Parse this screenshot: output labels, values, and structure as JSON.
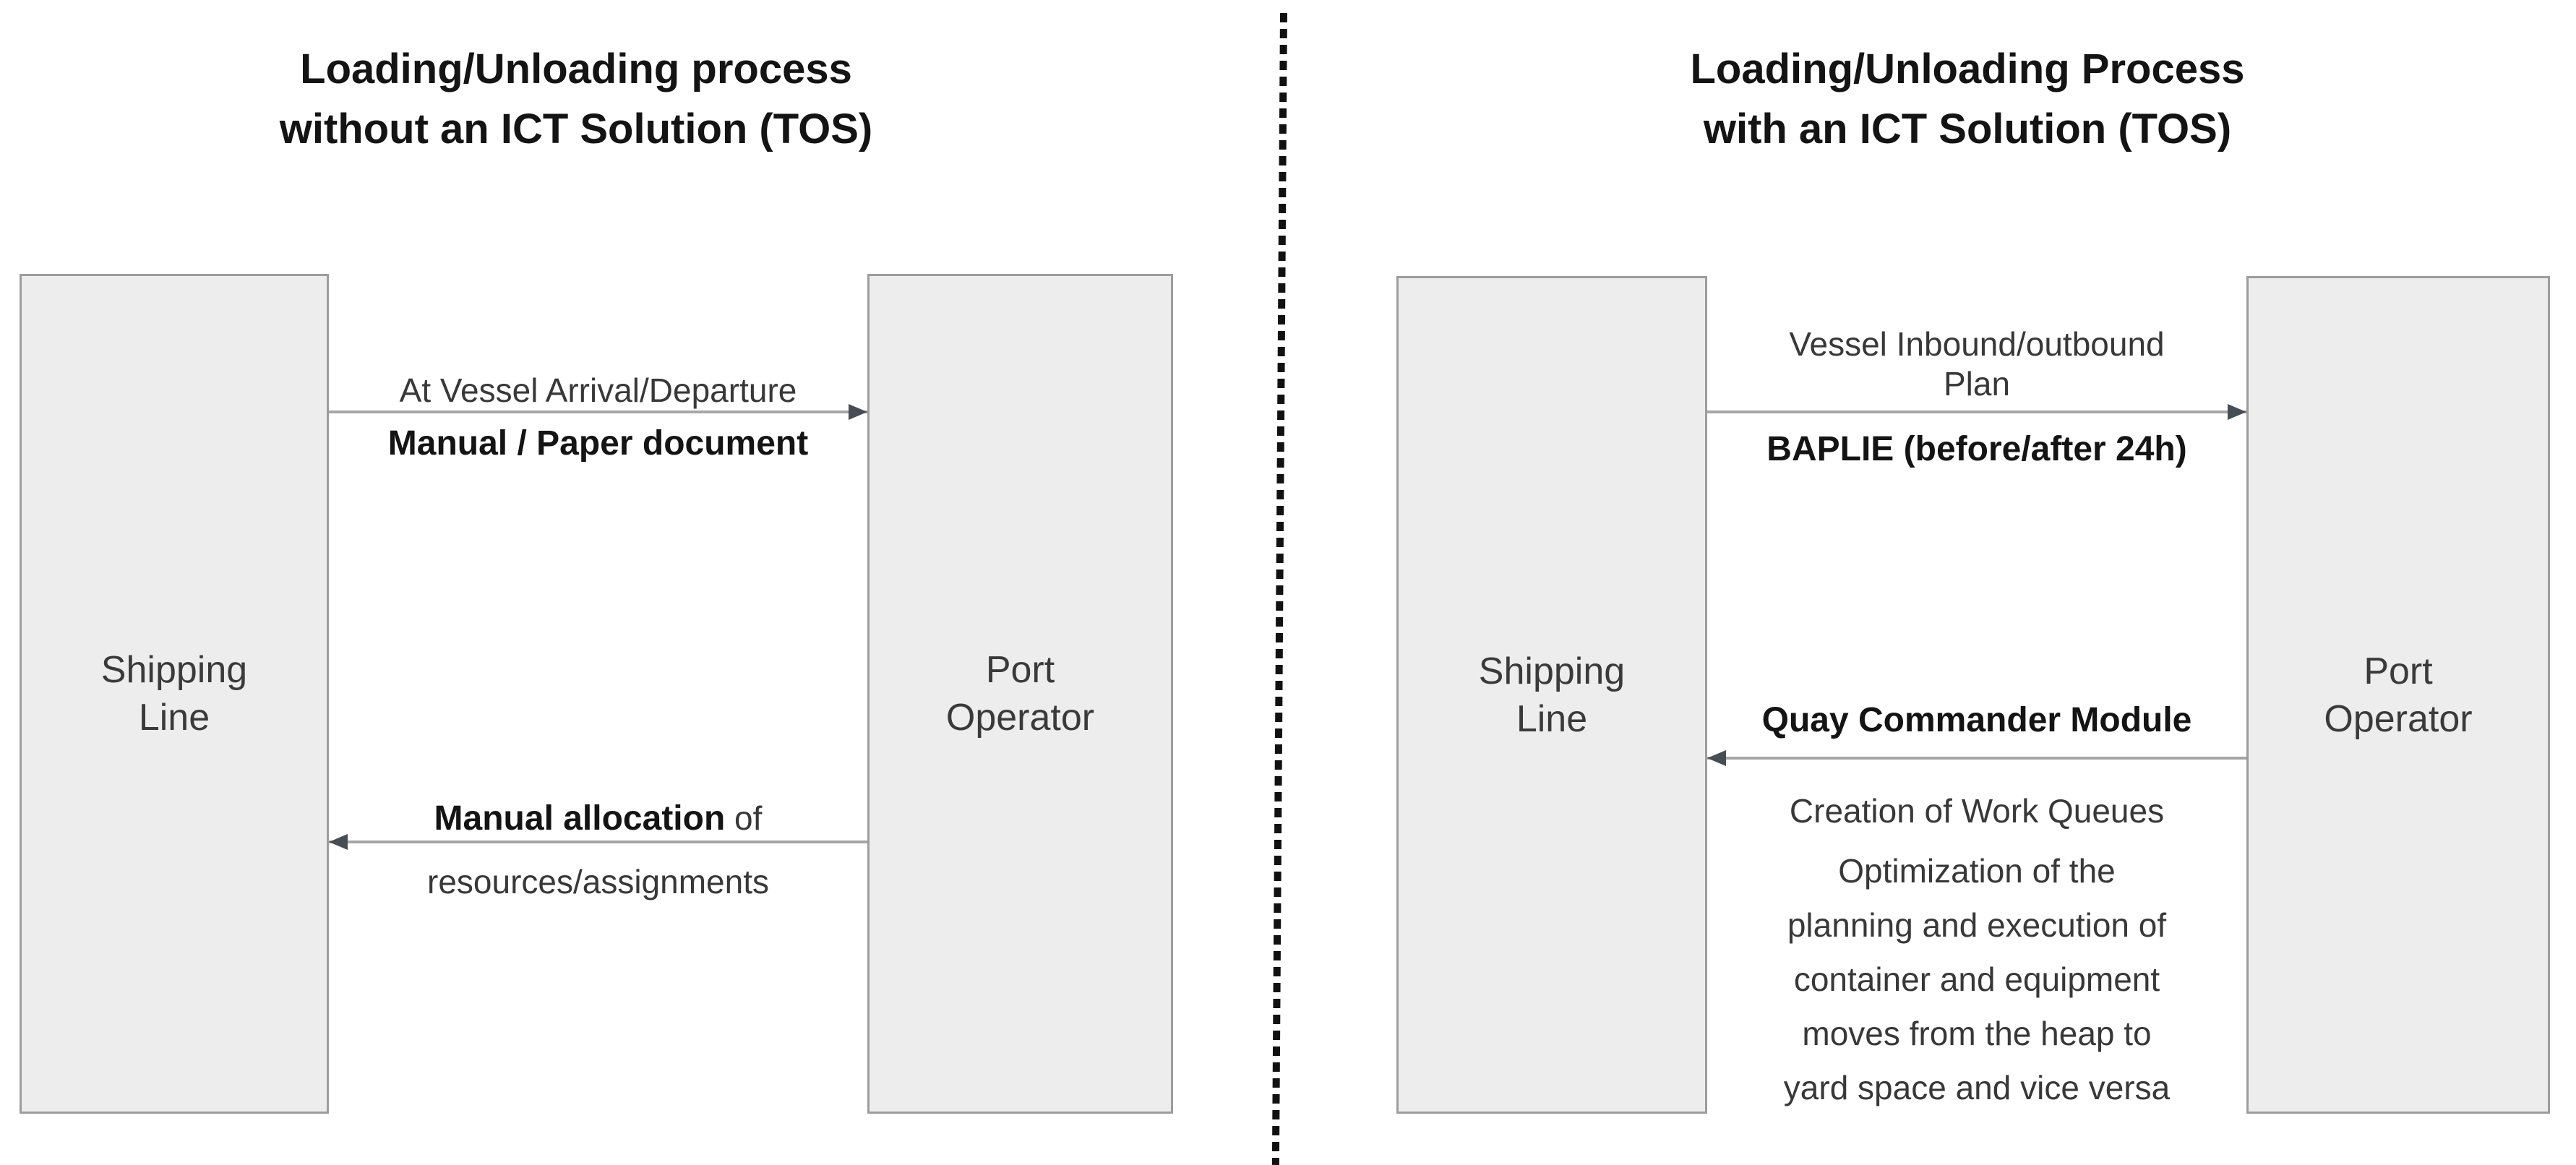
{
  "diagram": {
    "left": {
      "title_lines": [
        "Loading/Unloading process",
        "without an ICT Solution (TOS)"
      ],
      "shipping_box_lines": [
        "Shipping",
        "Line"
      ],
      "port_box_lines": [
        "Port",
        "Operator"
      ],
      "arrow_to_port": {
        "top_label": "At Vessel Arrival/Departure",
        "bottom_label_bold": "Manual / Paper document"
      },
      "arrow_to_shipping": {
        "top_label_bold": "Manual allocation",
        "top_label_regular": " of",
        "bottom_label": "resources/assignments"
      }
    },
    "right": {
      "title_lines": [
        "Loading/Unloading Process",
        "with an ICT Solution (TOS)"
      ],
      "shipping_box_lines": [
        "Shipping",
        "Line"
      ],
      "port_box_lines": [
        "Port",
        "Operator"
      ],
      "arrow_to_port": {
        "top_lines": [
          "Vessel Inbound/outbound",
          "Plan"
        ],
        "bottom_label_bold": "BAPLIE (before/after 24h)"
      },
      "arrow_to_shipping": {
        "top_label_bold": "Quay Commander Module",
        "subtitle": "Creation of Work Queues",
        "paragraph_lines": [
          "Optimization of the",
          "planning and execution of",
          "container and equipment",
          "moves from the heap to",
          "yard space and vice versa"
        ]
      }
    },
    "colors": {
      "box_fill": "#ededed",
      "box_border": "#9d9d9d",
      "arrow_line": "#a6a6a6",
      "arrow_head": "#474d55",
      "divider": "#111111",
      "title_text": "#141414",
      "body_text": "#383838"
    }
  }
}
